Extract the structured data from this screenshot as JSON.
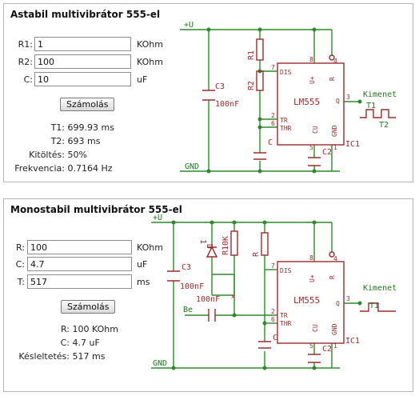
{
  "astable": {
    "title": "Astabil multivibrátor 555-el",
    "r1_label": "R1:",
    "r1_value": "1",
    "r1_unit": "KOhm",
    "r2_label": "R2:",
    "r2_value": "100",
    "r2_unit": "KOhm",
    "c_label": "C:",
    "c_value": "10",
    "c_unit": "uF",
    "button": "Számolás",
    "results": [
      {
        "key": "T1:",
        "value": "699.93 ms"
      },
      {
        "key": "T2:",
        "value": "693 ms"
      },
      {
        "key": "Kitöltés:",
        "value": "50%"
      },
      {
        "key": "Frekvencia:",
        "value": "0.7164 Hz"
      }
    ],
    "schematic": {
      "vcc": "+U",
      "gnd": "GND",
      "ic": "LM555",
      "ic_ref": "IC1",
      "r1": "R1",
      "r2": "R2",
      "c3": "C3",
      "c3_value": "100nF",
      "c": "C",
      "c2": "C2",
      "out": "Kimenet",
      "t1": "T1",
      "t2": "T2",
      "pin_dis": "DIS",
      "pin_vp": "U+",
      "pin_r": "R",
      "pin_q": "Q",
      "pin_tr": "TR",
      "pin_thr": "THR",
      "pin_cu": "CU",
      "pin_gnd": "GND",
      "pins": {
        "p4": "4",
        "p8": "8",
        "p7": "7",
        "p3": "3",
        "p2": "2",
        "p6": "6",
        "p5": "5",
        "p1": "1"
      }
    }
  },
  "monostable": {
    "title": "Monostabil multivibrátor 555-el",
    "r_label": "R:",
    "r_value": "100",
    "r_unit": "KOhm",
    "c_label": "C:",
    "c_value": "4.7",
    "c_unit": "uF",
    "t_label": "T:",
    "t_value": "517",
    "t_unit": "ms",
    "button": "Számolás",
    "results": [
      {
        "key": "R:",
        "value": "100 KOhm"
      },
      {
        "key": "C:",
        "value": "4.7 uF"
      },
      {
        "key": "Késleltetés:",
        "value": "517 ms"
      }
    ],
    "schematic": {
      "vcc": "+U",
      "gnd": "GND",
      "ic": "LM555",
      "ic_ref": "IC1",
      "r": "R",
      "r10k": "R10K",
      "d": "D",
      "d1": "1",
      "c3": "C3",
      "c3_value": "100nF",
      "cin_value": "100nF",
      "cin_ref": "x",
      "c": "C",
      "c2": "C2",
      "be": "Be",
      "out": "Kimenet",
      "t1": "T1",
      "pin_dis": "DIS",
      "pin_vp": "U+",
      "pin_r": "R",
      "pin_q": "Q",
      "pin_tr": "TR",
      "pin_thr": "THR",
      "pin_cu": "CU",
      "pin_gnd": "GND",
      "pins": {
        "p4": "4",
        "p8": "8",
        "p7": "7",
        "p3": "3",
        "p2": "2",
        "p6": "6",
        "p5": "5",
        "p1": "1"
      }
    },
    "colors": {
      "wire": "#2c8a2c",
      "part": "#9b2b2b",
      "label": "#1c7a1c"
    }
  }
}
